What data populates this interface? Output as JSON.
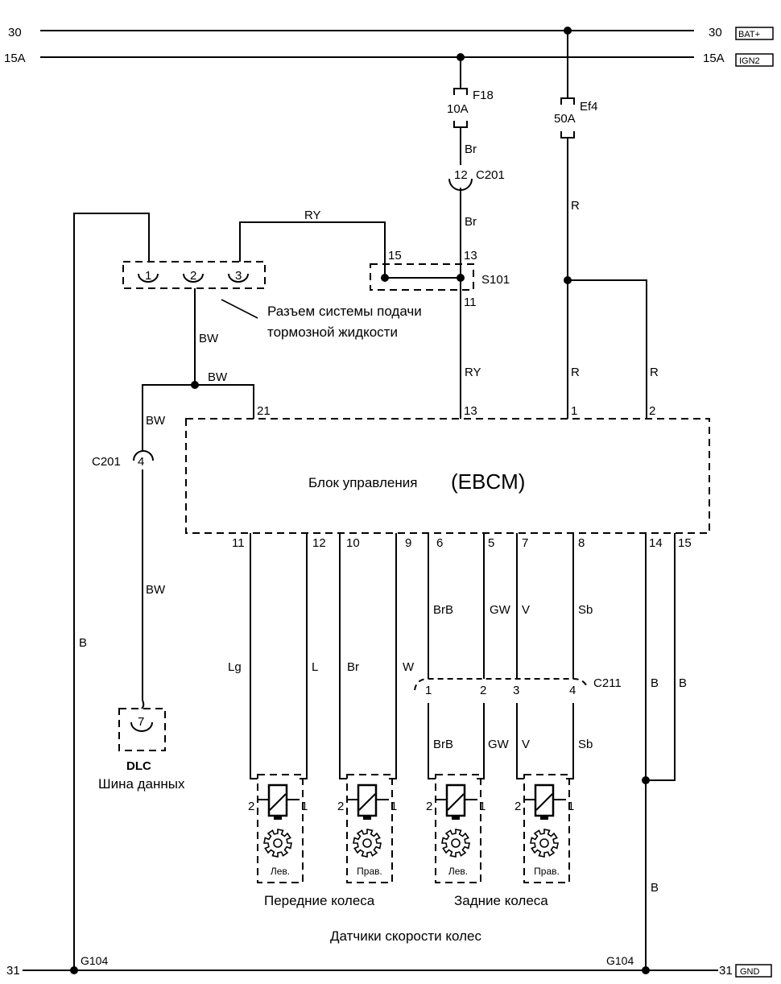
{
  "rails": {
    "top": {
      "left_label": "30",
      "right_label": "30",
      "badge": "BAT+"
    },
    "ign": {
      "left_label": "15A",
      "right_label": "15A",
      "badge": "IGN2"
    },
    "ground": {
      "left_label": "31",
      "right_label": "31",
      "badge": "GND",
      "ground_left": "G104",
      "ground_right": "G104"
    }
  },
  "fuses": {
    "f18": {
      "name": "F18",
      "rating": "10A"
    },
    "ef4": {
      "name": "Ef4",
      "rating": "50A"
    }
  },
  "connectors": {
    "c201_top": {
      "pin": "12",
      "name": "C201"
    },
    "c201_left": {
      "pin": "4",
      "name": "C201"
    },
    "s101": {
      "name": "S101",
      "pin_left": "15",
      "pin_top": "13",
      "pin_bottom": "11"
    },
    "brake_fluid": {
      "pins": [
        "1",
        "2",
        "3"
      ],
      "label_line1": "Разъем системы подачи",
      "label_line2": "тормозной жидкости"
    },
    "dlc": {
      "pin": "7",
      "name": "DLC",
      "desc": "Шина данных"
    },
    "c211": {
      "name": "C211",
      "pins": [
        "1",
        "2",
        "3",
        "4"
      ]
    }
  },
  "wires": {
    "br_top": "Br",
    "br_mid": "Br",
    "ry_top": "RY",
    "ry_mid": "RY",
    "r_top": "R",
    "r_left": "R",
    "r_right": "R",
    "bw_vert": "BW",
    "bw_horiz": "BW",
    "bw_left": "BW",
    "bw_lower": "BW",
    "b_left": "B",
    "b_14": "B",
    "b_15": "B",
    "b_bottom": "B",
    "lg": "Lg",
    "l": "L",
    "br_s": "Br",
    "w": "W",
    "brb_up": "BrB",
    "gw_up": "GW",
    "v_up": "V",
    "sb_up": "Sb",
    "brb_dn": "BrB",
    "gw_dn": "GW",
    "v_dn": "V",
    "sb_dn": "Sb"
  },
  "ebcm": {
    "label": "Блок управления",
    "abbr": "(EBCM)",
    "pins_top": {
      "p21": "21",
      "p13": "13",
      "p1": "1",
      "p2": "2"
    },
    "pins_bottom": {
      "p11": "11",
      "p12": "12",
      "p10": "10",
      "p9": "9",
      "p6": "6",
      "p5": "5",
      "p7": "7",
      "p8": "8",
      "p14": "14",
      "p15": "15"
    }
  },
  "sensors": [
    {
      "side": "Лев.",
      "pin_left": "2",
      "pin_right": "1"
    },
    {
      "side": "Прав.",
      "pin_left": "2",
      "pin_right": "1"
    },
    {
      "side": "Лев.",
      "pin_left": "2",
      "pin_right": "1"
    },
    {
      "side": "Прав.",
      "pin_left": "2",
      "pin_right": "1"
    }
  ],
  "labels": {
    "front_wheels": "Передние колеса",
    "rear_wheels": "Задние колеса",
    "wheel_speed_sensors": "Датчики скорости колес"
  }
}
